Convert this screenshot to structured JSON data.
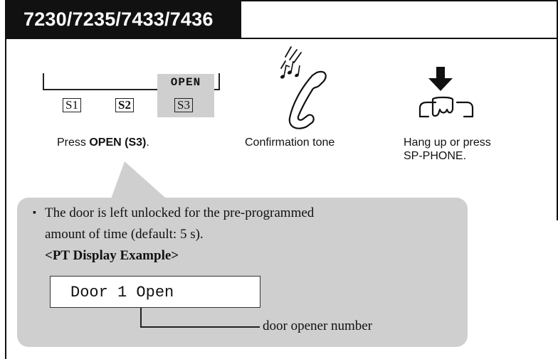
{
  "header": {
    "title": "7230/7235/7433/7436"
  },
  "softkeys": {
    "open_label": "OPEN",
    "s1": "S1",
    "s2": "S2",
    "s3": "S3"
  },
  "steps": {
    "press_prefix": "Press ",
    "press_bold": "OPEN (S3)",
    "press_suffix": ".",
    "tone": "Confirmation tone",
    "hang_line1": "Hang up or press",
    "hang_line2": "SP-PHONE."
  },
  "icons": {
    "phone": "handset-with-music-notes-icon",
    "hand": "hand-pressing-down-icon"
  },
  "callout": {
    "bullet": "▪",
    "line1": "The door is left unlocked for the pre-programmed",
    "line2": "amount of time (default: 5 s).",
    "heading": "<PT Display Example>",
    "display_text": "Door 1 Open",
    "leader_label": "door opener number"
  },
  "colors": {
    "title_bg": "#111111",
    "highlight": "#cfcfcf"
  }
}
